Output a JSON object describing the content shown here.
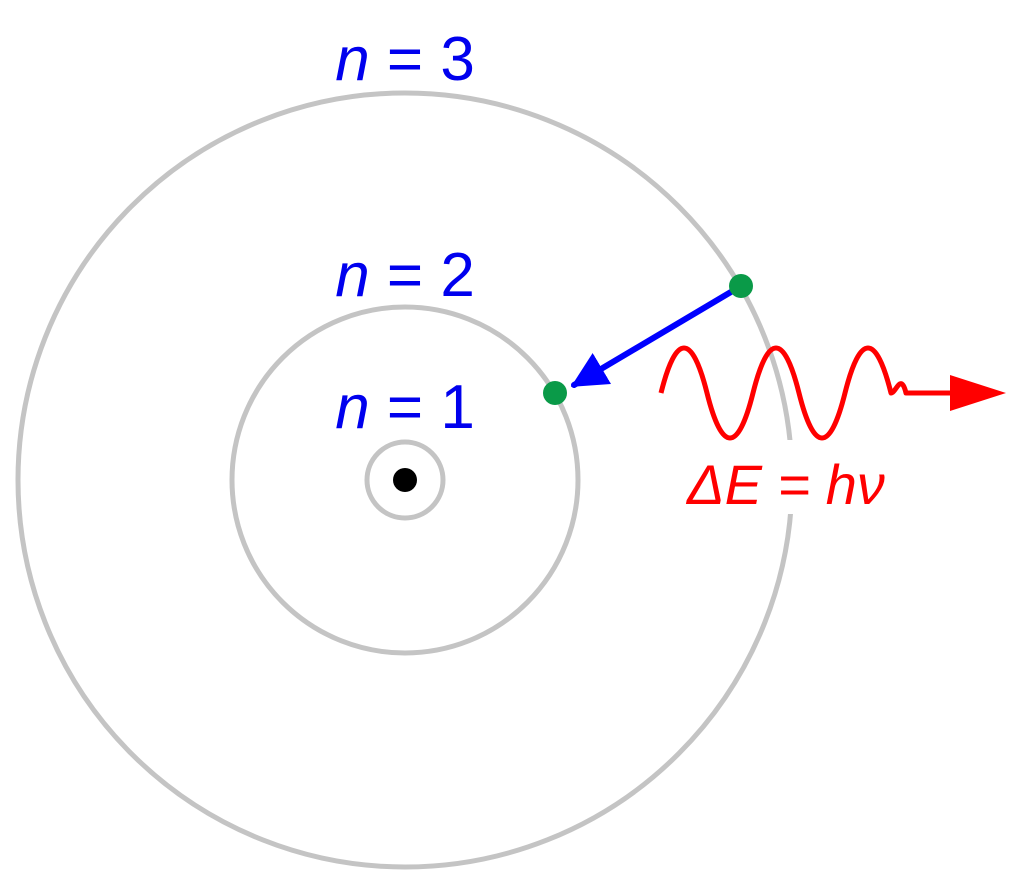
{
  "orbits": [
    {
      "n_var": "n",
      "n_rest": " = 1"
    },
    {
      "n_var": "n",
      "n_rest": " = 2"
    },
    {
      "n_var": "n",
      "n_rest": " = 3"
    }
  ],
  "photon_equation": "ΔE = hν",
  "colors": {
    "orbit": "#c4c4c4",
    "nucleus": "#000000",
    "electron": "#0a9a48",
    "transition": "#0000ff",
    "photon": "#ff0000",
    "label": "#0000ee"
  }
}
